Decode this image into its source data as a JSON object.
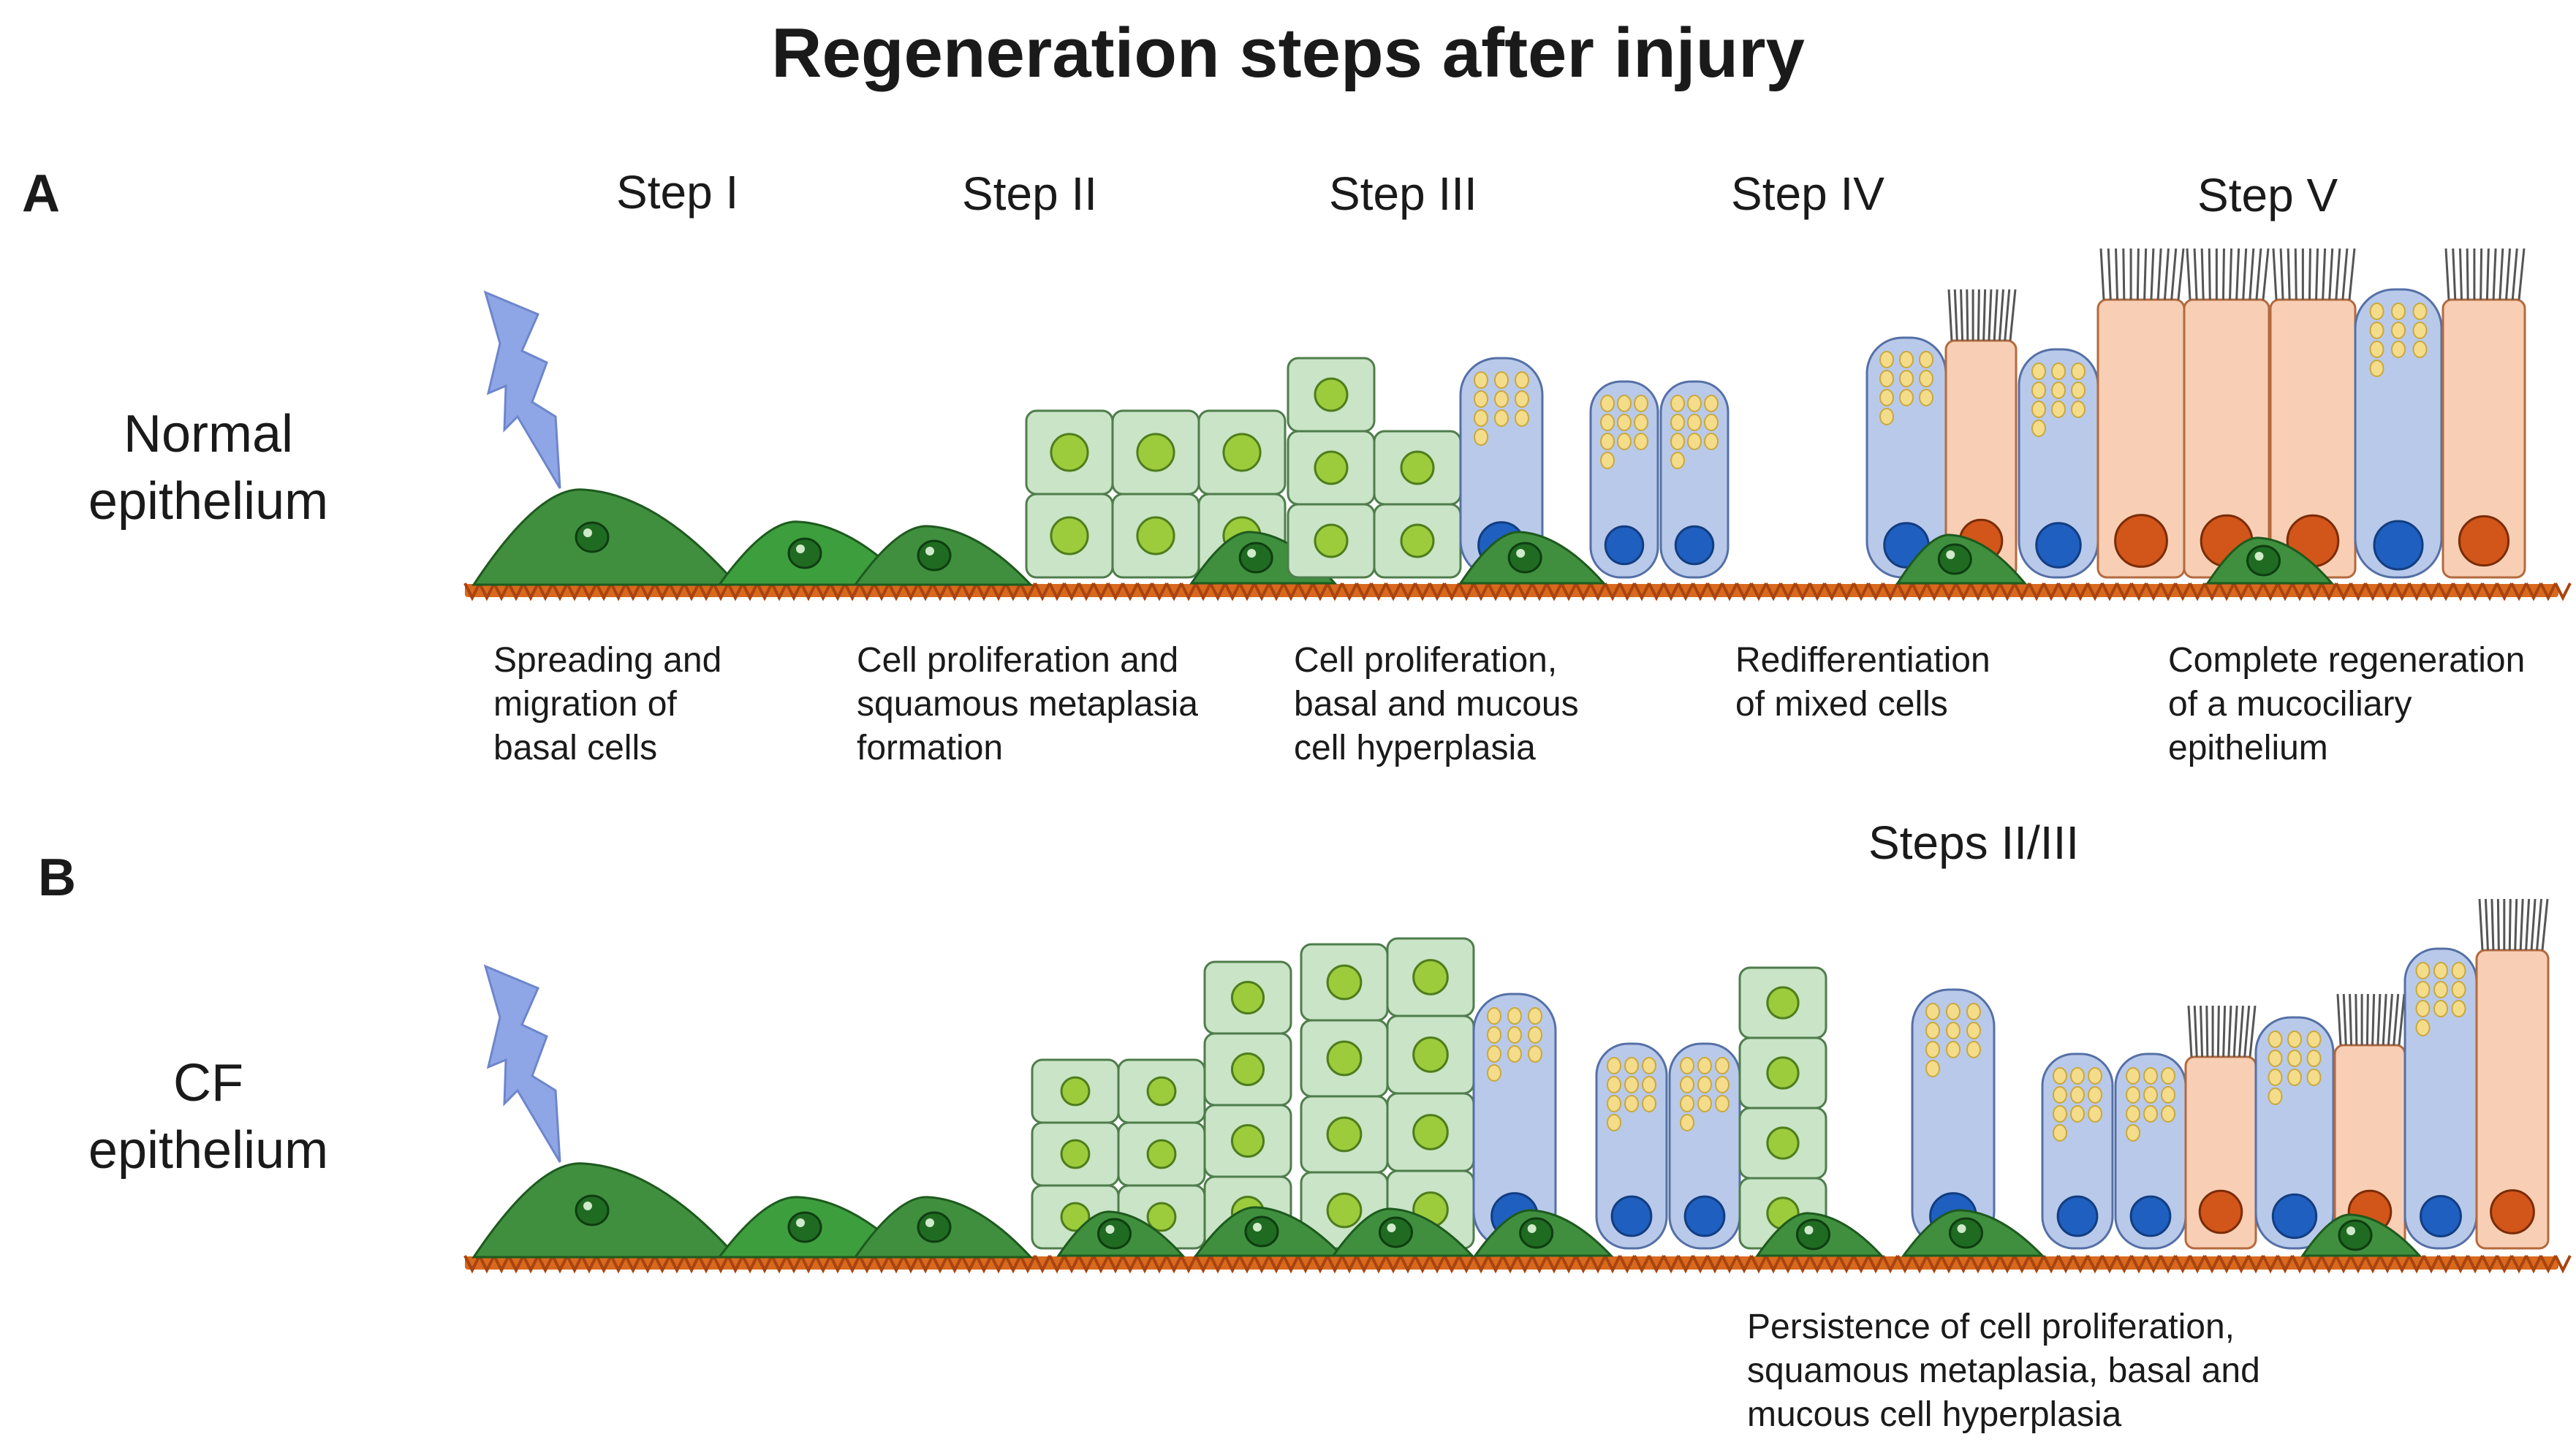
{
  "title": "Regeneration steps after injury",
  "panel_a": {
    "label": "A",
    "side_label_line1": "Normal",
    "side_label_line2": "epithelium",
    "steps": [
      "Step I",
      "Step II",
      "Step III",
      "Step IV",
      "Step V"
    ],
    "captions": [
      "Spreading and\nmigration of\nbasal cells",
      "Cell proliferation and\nsquamous metaplasia\nformation",
      "Cell proliferation,\nbasal and mucous\ncell hyperplasia",
      "Redifferentiation\nof mixed cells",
      "Complete regeneration\nof a mucociliary\nepithelium"
    ]
  },
  "panel_b": {
    "label": "B",
    "side_label_line1": "CF",
    "side_label_line2": "epithelium",
    "step": "Steps II/III",
    "caption": "Persistence of cell proliferation,\nsquamous metaplasia, basal and\nmucous cell hyperplasia"
  },
  "colors": {
    "basal": "#3f8f3f",
    "basal_dark": "#1f6b22",
    "squamous": "#c9e4c6",
    "mucous": "#b9c9ea",
    "ciliated": "#f8cfb4",
    "membrane": "#d9691e",
    "nucleus_blue": "#1f5fbf",
    "nucleus_orange": "#d2551a",
    "nucleus_green": "#9ccc3c",
    "granule": "#f4dc8a",
    "lightning": "#8fa6e6"
  }
}
